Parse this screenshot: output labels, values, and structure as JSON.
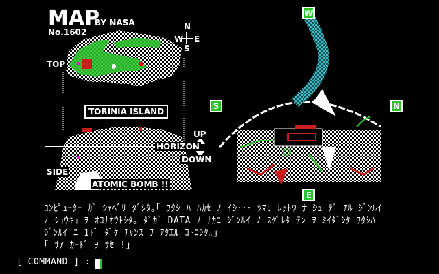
{
  "map": {
    "title": "MAP",
    "by": "BY NASA",
    "number": "No.1602",
    "island_name": "TORINIA ISLAND",
    "top_label": "TOP",
    "side_label": "SIDE",
    "horizon_label": "HORIZON",
    "up_label": "UP",
    "down_label": "DOWN",
    "bomb_label": "ATOMIC BOMB !!",
    "compass": {
      "n": "N",
      "s": "S",
      "e": "E",
      "w": "W"
    }
  },
  "scene": {
    "compass": {
      "w": "W",
      "s": "S",
      "n": "N",
      "e": "E"
    }
  },
  "message": {
    "lines": [
      "ｺﾝﾋﾟｭｰﾀｰ ｶﾞ ｼｬﾍﾞﾘ ﾀﾞｼﾀ｡｢ ﾜﾀｼ ﾊ ﾊｶｾ ﾉ ｲｼ･･･ ﾂﾏﾘ ﾚｯﾄｳ ﾅ ｼｭ ﾃﾞ ｱﾙ ｼﾞﾝﾙｲ",
      "ﾉ ｼｮｳｷｮ ｦ ｵｺﾅｵｳﾄｼﾀ｡ ﾀﾞｶﾞ DATA ﾉ ﾅｶﾆ ｼﾞﾝﾙｲ ﾉ ｽｸﾞﾚﾀ ﾃﾝ ｦ ﾐｲﾀﾞｼﾀ ﾜﾀｼﾊ",
      "ｼﾞﾝﾙｲ ﾆ 1ﾄﾞ ﾀﾞｹ ﾁｬﾝｽ ｦ ｱﾀｴﾙ ｺﾄﾆｼﾀ｡｣",
      "｢ ｻｱ ｶｰﾄﾞ ｦ ｻｾ !｣"
    ]
  },
  "command": {
    "label": "[ COMMAND ] :",
    "value": ""
  },
  "colors": {
    "green": "#2ec12e",
    "red": "#c81e1e",
    "cyan": "#3fb8c8",
    "magenta": "#e020e0"
  }
}
